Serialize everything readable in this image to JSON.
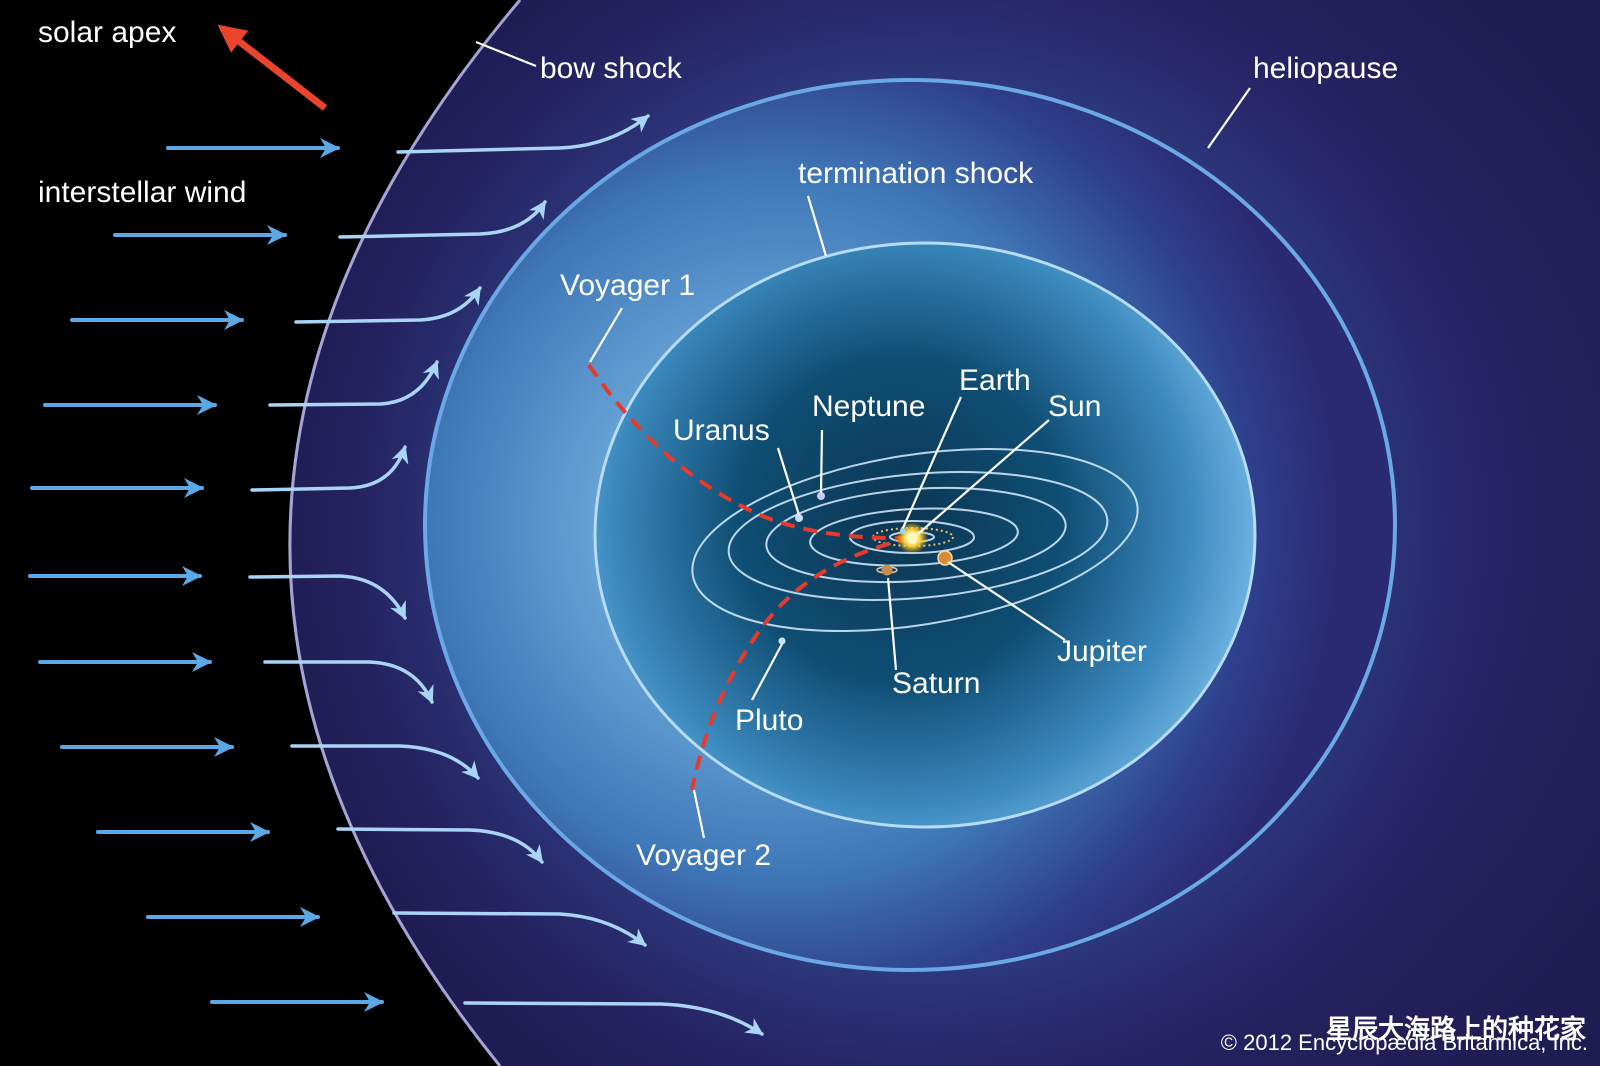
{
  "labels": {
    "solar_apex": "solar apex",
    "bow_shock": "bow shock",
    "heliopause": "heliopause",
    "interstellar_wind": "interstellar wind",
    "termination_shock": "termination shock",
    "voyager_1": "Voyager 1",
    "voyager_2": "Voyager 2",
    "neptune": "Neptune",
    "earth": "Earth",
    "sun": "Sun",
    "uranus": "Uranus",
    "jupiter": "Jupiter",
    "saturn": "Saturn",
    "pluto": "Pluto"
  },
  "credit": "© 2012 Encyclopædia Britannica, Inc.",
  "watermark": "星辰大海路上的种花家",
  "colors": {
    "background": "#000000",
    "bow_shock_region": "#24205e",
    "heliosheath": "#4f8fc6",
    "inner_heliosphere": "#0f4a6e",
    "wind_arrow": "#5aa8e6",
    "voyager_path": "#e83a2a",
    "apex_arrow": "#e8452c"
  }
}
